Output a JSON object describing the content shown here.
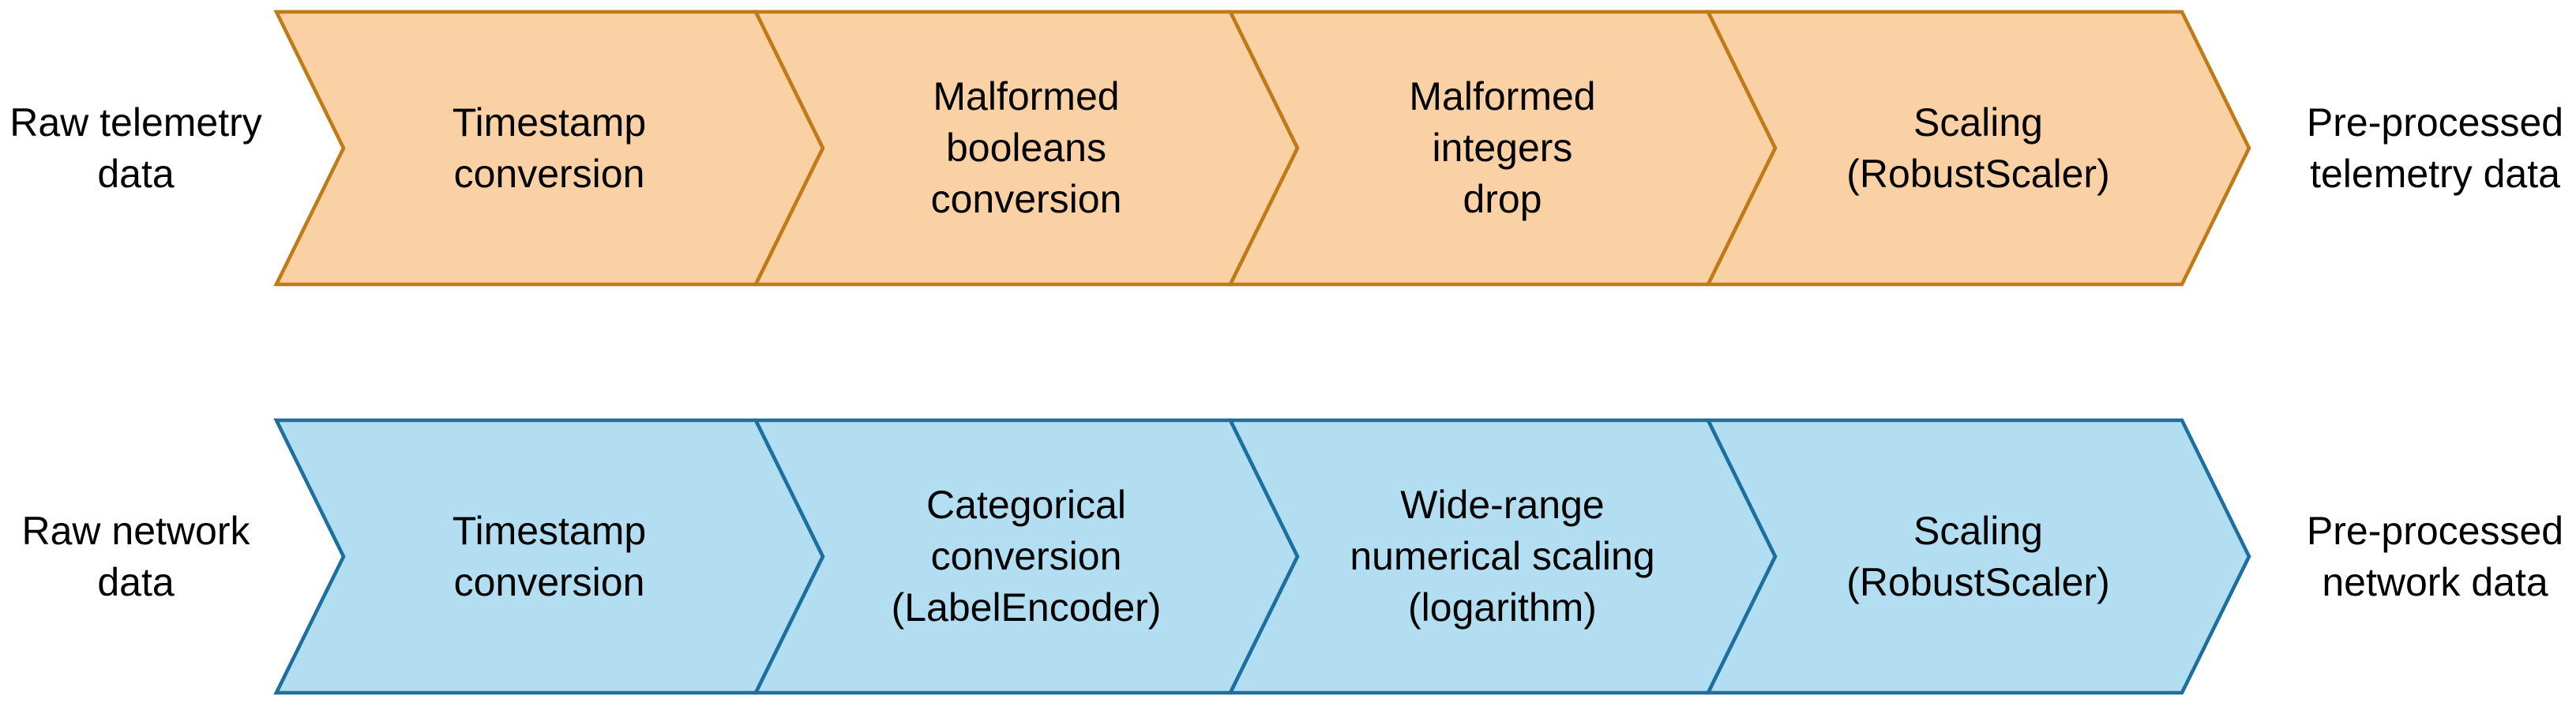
{
  "colors": {
    "background": "#FFFFFF",
    "text": "#000000",
    "telemetry_fill": "#FAD1A4",
    "telemetry_stroke": "#BE7B17",
    "network_fill": "#B3DEF1",
    "network_stroke": "#1C6F9E"
  },
  "pipelines": [
    {
      "id": "telemetry",
      "input_label": "Raw telemetry\ndata",
      "output_label": "Pre-processed\ntelemetry data",
      "steps": [
        {
          "label": "Timestamp\nconversion"
        },
        {
          "label": "Malformed\nbooleans\nconversion"
        },
        {
          "label": "Malformed\nintegers\ndrop"
        },
        {
          "label": "Scaling\n(RobustScaler)"
        }
      ]
    },
    {
      "id": "network",
      "input_label": "Raw network\ndata",
      "output_label": "Pre-processed\nnetwork data",
      "steps": [
        {
          "label": "Timestamp\nconversion"
        },
        {
          "label": "Categorical\nconversion\n(LabelEncoder)"
        },
        {
          "label": "Wide-range\nnumerical scaling\n(logarithm)"
        },
        {
          "label": "Scaling\n(RobustScaler)"
        }
      ]
    }
  ]
}
